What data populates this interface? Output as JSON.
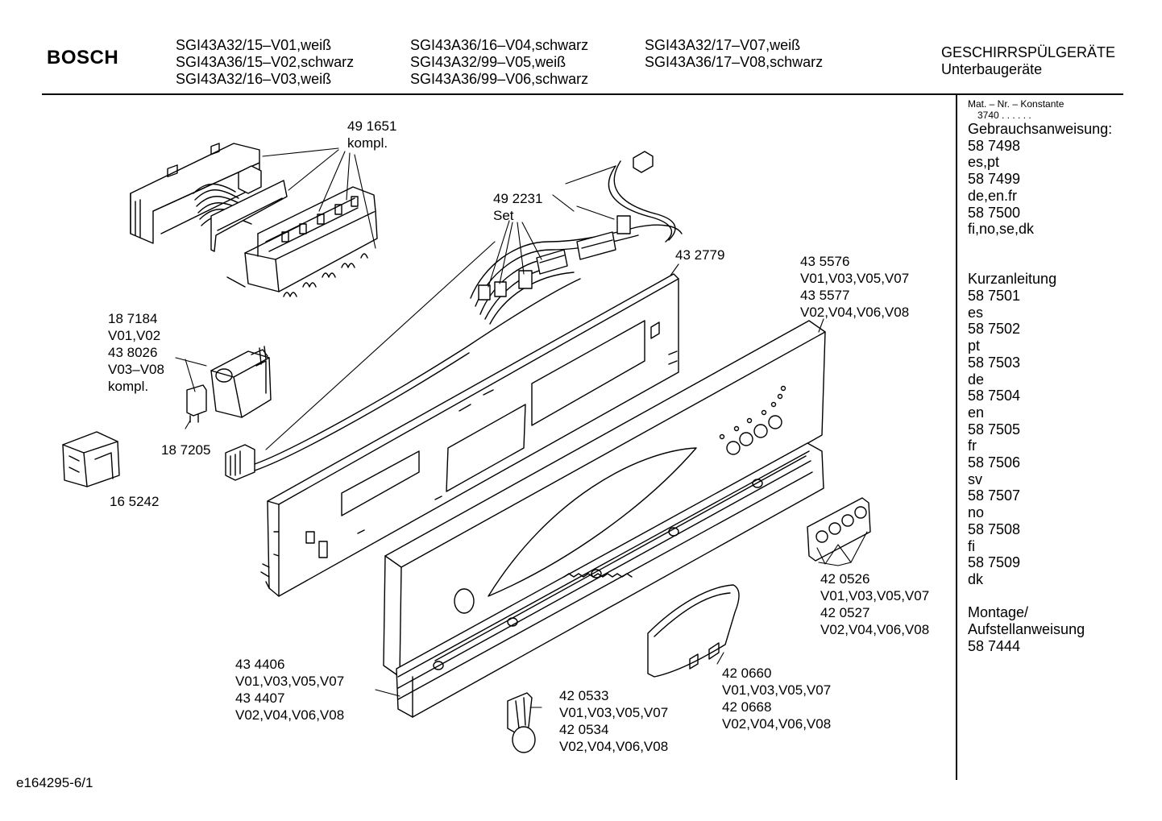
{
  "header": {
    "brand": "BOSCH",
    "models_col1": [
      "SGI43A32/15–V01,weiß",
      "SGI43A36/15–V02,schwarz",
      "SGI43A32/16–V03,weiß"
    ],
    "models_col2": [
      "SGI43A36/16–V04,schwarz",
      "SGI43A32/99–V05,weiß",
      "SGI43A36/99–V06,schwarz"
    ],
    "models_col3": [
      "SGI43A32/17–V07,weiß",
      "SGI43A36/17–V08,schwarz"
    ],
    "category_line1": "GESCHIRRSPÜLGERÄTE",
    "category_line2": "Unterbaugeräte"
  },
  "sidebar": {
    "mat_heading": "Mat. – Nr. – Konstante",
    "mat_value": "3740 . .  . . . .",
    "section1_title": "Gebrauchsanweisung:",
    "section1_items": [
      "58 7498",
      "es,pt",
      "58 7499",
      "de,en.fr",
      "58 7500",
      "fi,no,se,dk"
    ],
    "section2_title": "Kurzanleitung",
    "section2_items": [
      "58 7501",
      "es",
      "58 7502",
      "pt",
      "58 7503",
      "de",
      "58 7504",
      "en",
      "58 7505",
      "fr",
      "58 7506",
      "sv",
      "58 7507",
      "no",
      "58 7508",
      "fi",
      "58 7509",
      "dk"
    ],
    "section3_title": "Montage/",
    "section3_title2": "Aufstellanweisung",
    "section3_items": [
      "58 7444"
    ]
  },
  "parts": {
    "p491651": [
      "49 1651",
      "kompl."
    ],
    "p492231": [
      "49 2231",
      "Set"
    ],
    "p432779": [
      "43 2779"
    ],
    "p435576": [
      "43 5576",
      "V01,V03,V05,V07",
      "43 5577",
      "V02,V04,V06,V08"
    ],
    "p187184": [
      "18 7184",
      "V01,V02",
      "43 8026",
      "V03–V08",
      "kompl."
    ],
    "p187205": [
      "18 7205"
    ],
    "p165242": [
      "16 5242"
    ],
    "p420526": [
      "42 0526",
      "V01,V03,V05,V07",
      "42 0527",
      "V02,V04,V06,V08"
    ],
    "p434406": [
      "43 4406",
      "V01,V03,V05,V07",
      "43 4407",
      "V02,V04,V06,V08"
    ],
    "p420660": [
      "42 0660",
      "V01,V03,V05,V07",
      "42 0668",
      "V02,V04,V06,V08"
    ],
    "p420533": [
      "42 0533",
      "V01,V03,V05,V07",
      "42 0534",
      "V02,V04,V06,V08"
    ]
  },
  "footer": {
    "code": "e164295-6/1"
  }
}
